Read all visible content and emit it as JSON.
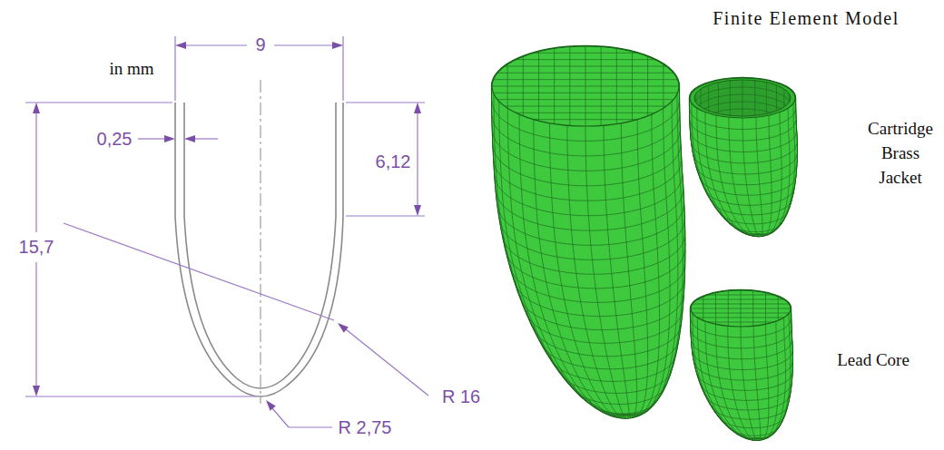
{
  "diagram": {
    "title": "Finite Element Model",
    "labels": [
      "in mm",
      "9",
      "0,25",
      "6,12",
      "15,7",
      "R 16",
      "R 2,75",
      "Cartridge Brass Jacket",
      "Lead Core"
    ]
  }
}
